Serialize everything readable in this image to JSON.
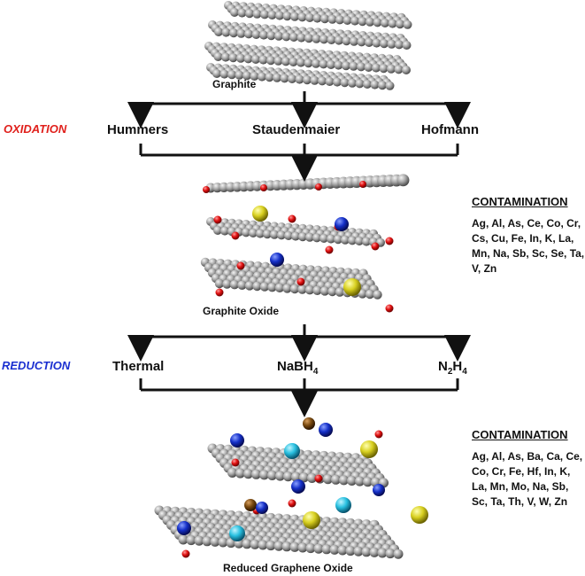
{
  "colors": {
    "oxidation": "#e0201c",
    "reduction": "#1a2fd0",
    "carbon": "#9a9a9a",
    "oxygen": "#e01010",
    "contaminant_blue": "#1530c8",
    "contaminant_yellow": "#d8d020",
    "contaminant_cyan": "#28c0e0",
    "contaminant_brown": "#7a4a10",
    "arrow": "#111111"
  },
  "stages": {
    "graphite": "Graphite",
    "graphite_oxide": "Graphite Oxide",
    "reduced_graphene_oxide": "Reduced Graphene Oxide"
  },
  "oxidation": {
    "label": "OXIDATION",
    "methods": [
      "Hummers",
      "Staudenmaier",
      "Hofmann"
    ]
  },
  "reduction": {
    "label": "REDUCTION",
    "methods": [
      "Thermal",
      "NaBH",
      "N",
      "H"
    ],
    "subscripts": [
      "4",
      "2",
      "4"
    ]
  },
  "contamination_oxide": {
    "title": "CONTAMINATION",
    "elements": "Ag, Al, As, Ce, Co, Cr, Cs, Cu, Fe, In, K, La, Mn, Na, Sb, Sc, Se, Ta, V, Zn"
  },
  "contamination_rgo": {
    "title": "CONTAMINATION",
    "elements": "Ag, Al, As, Ba, Ca, Ce, Co, Cr, Fe, Hf, In, K, La, Mn, Mo, Na, Sb, Sc, Ta, Th, V, W, Zn"
  },
  "icons": [
    "arrow-down-icon",
    "atom-sphere-icon"
  ]
}
